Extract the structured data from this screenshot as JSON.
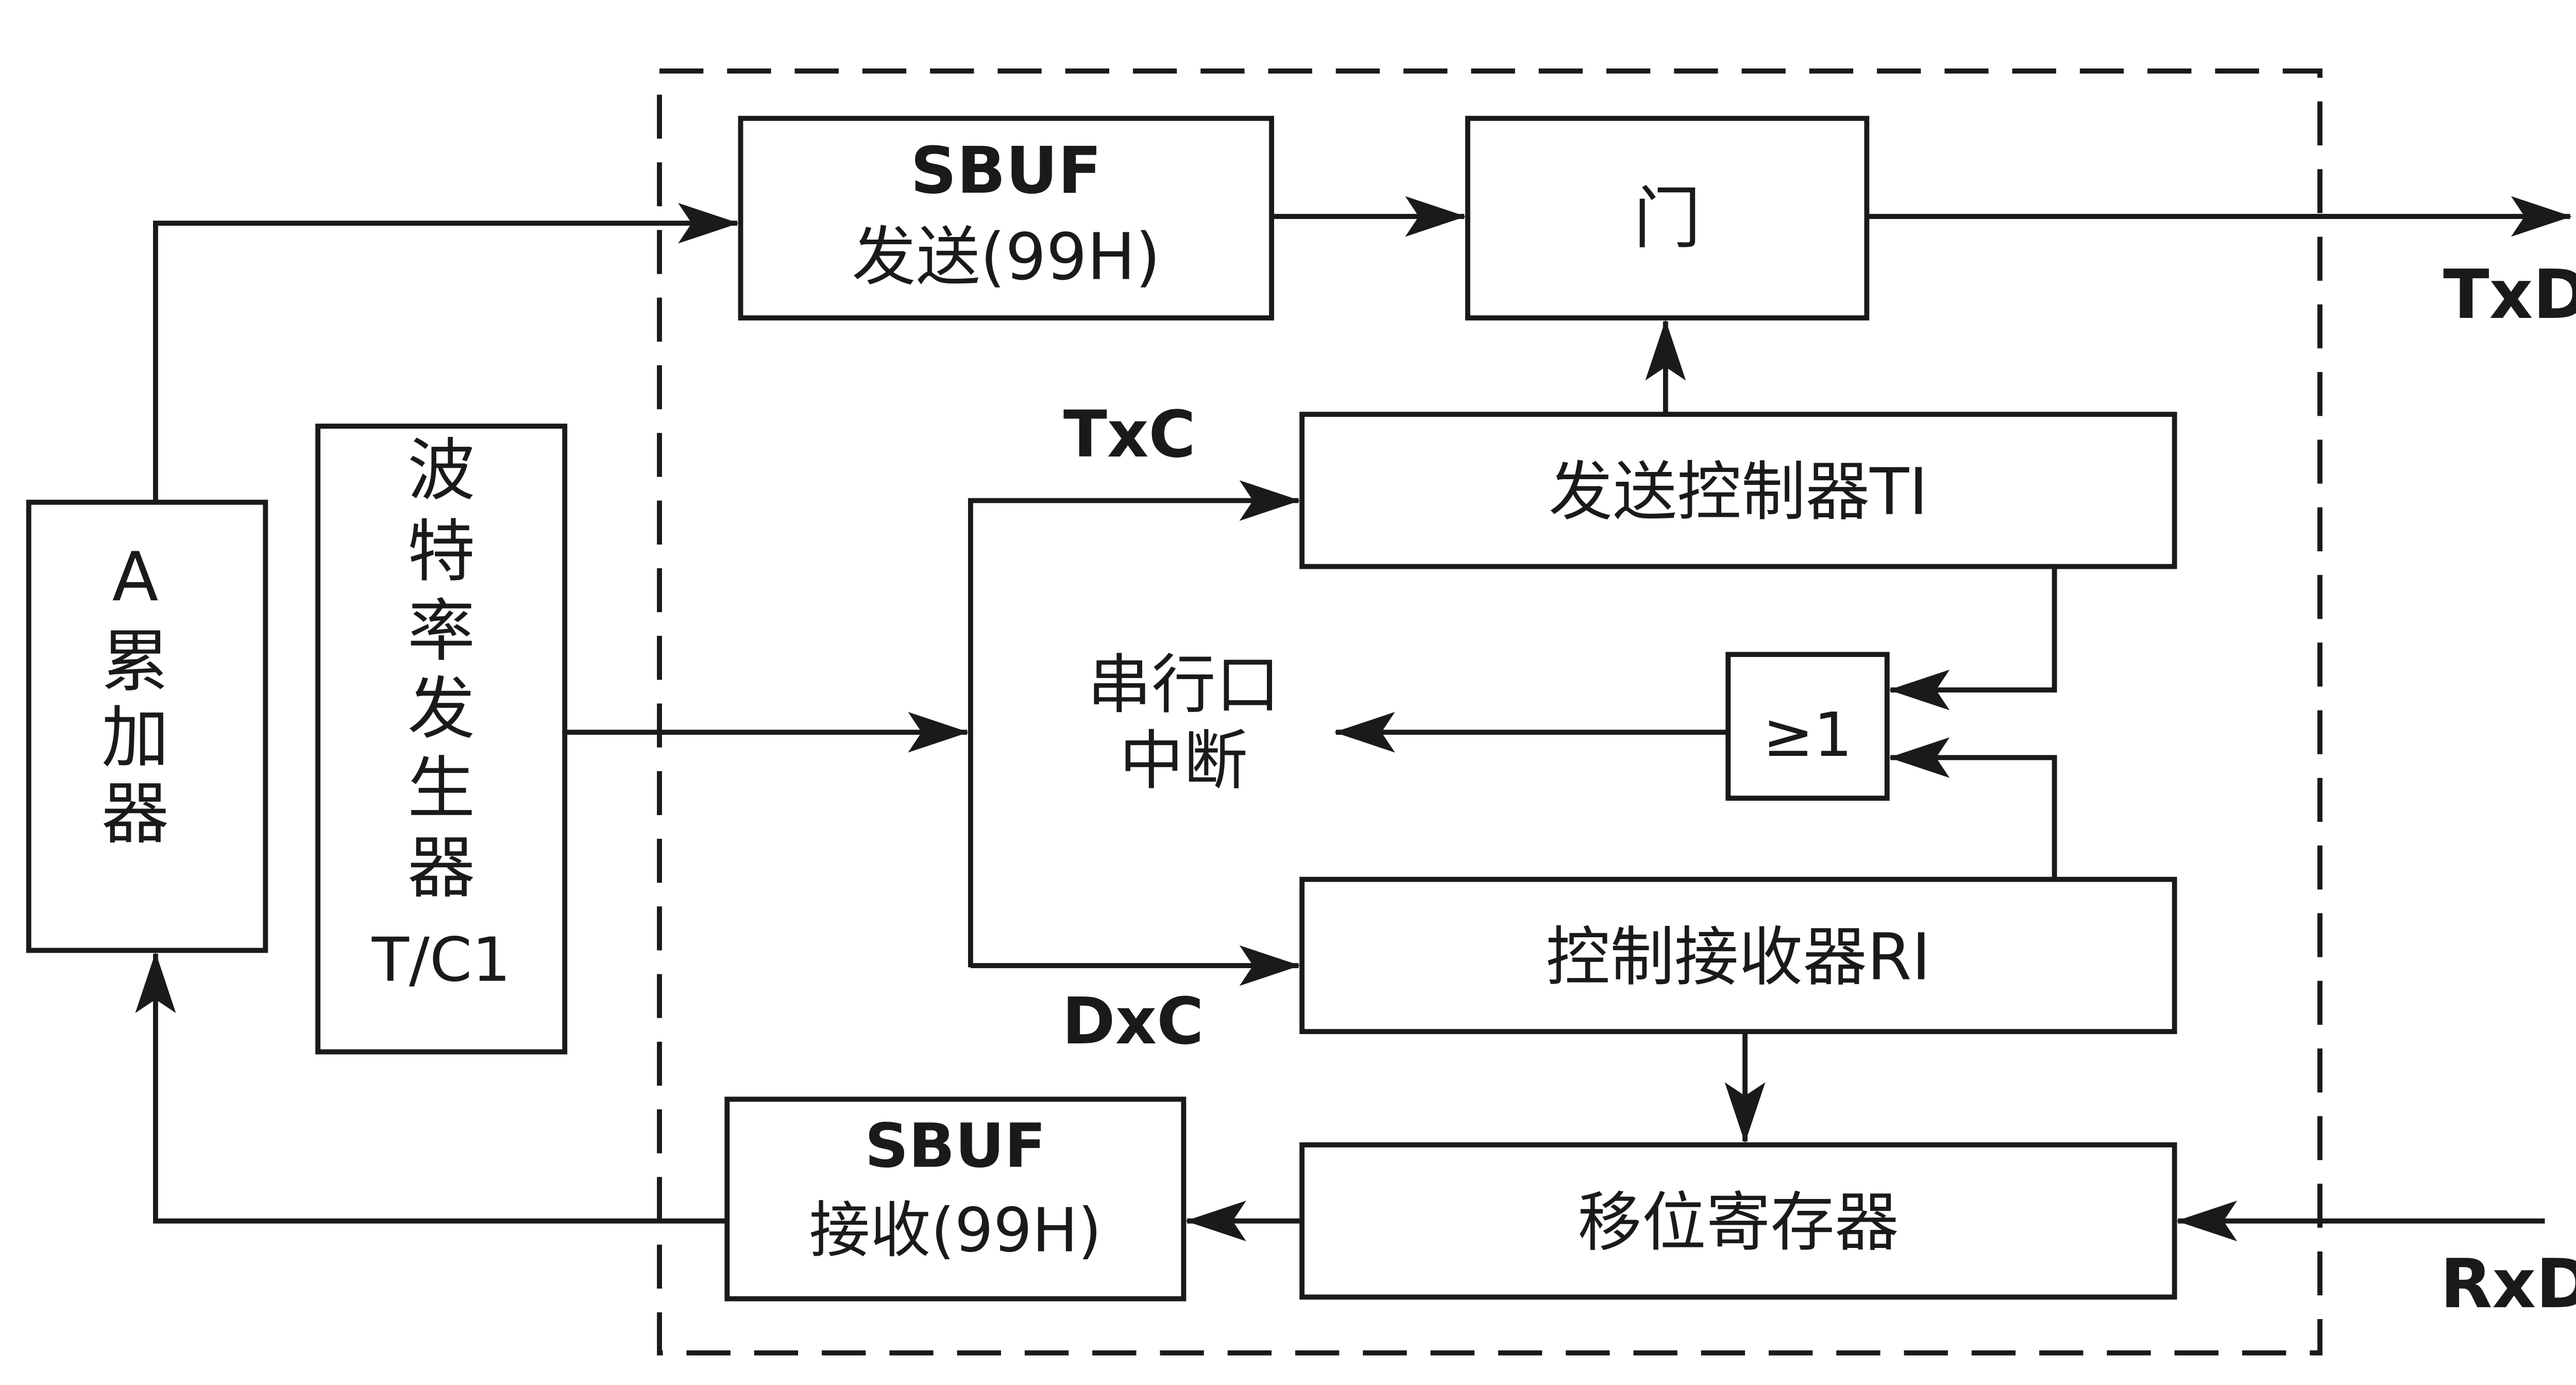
{
  "diagram": {
    "line_color": "#1a1a1a",
    "background": "#ffffff",
    "accumulator": {
      "line1": "A",
      "line2": "累",
      "line3": "加",
      "line4": "器"
    },
    "baud_generator": {
      "line1": "波",
      "line2": "特",
      "line3": "率",
      "line4": "发",
      "line5": "生",
      "line6": "器",
      "line7": "T/C1"
    },
    "sbuf_send": {
      "line1": "SBUF",
      "line2": "发送(99H)"
    },
    "gate": {
      "label": "门"
    },
    "send_controller": {
      "label": "发送控制器TI"
    },
    "or_gate": {
      "label": "≥1"
    },
    "interrupt": {
      "line1": "串行口",
      "line2": "中断"
    },
    "recv_controller": {
      "label": "控制接收器RI"
    },
    "shift_register": {
      "label": "移位寄存器"
    },
    "sbuf_recv": {
      "line1": "SBUF",
      "line2": "接收(99H)"
    },
    "signals": {
      "txc": "TxC",
      "dxc": "DxC",
      "txd": "TxD",
      "rxd": "RxD"
    }
  }
}
